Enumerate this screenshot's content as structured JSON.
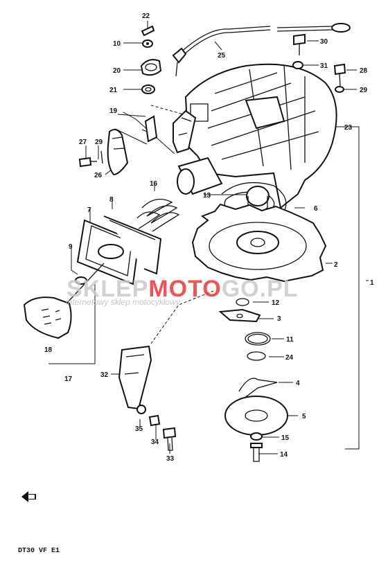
{
  "parts": [
    {
      "id": "p1",
      "num": "1"
    },
    {
      "id": "p2",
      "num": "2"
    },
    {
      "id": "p3",
      "num": "3"
    },
    {
      "id": "p4",
      "num": "4"
    },
    {
      "id": "p5",
      "num": "5"
    },
    {
      "id": "p6",
      "num": "6"
    },
    {
      "id": "p7",
      "num": "7"
    },
    {
      "id": "p8",
      "num": "8"
    },
    {
      "id": "p9",
      "num": "9"
    },
    {
      "id": "p10",
      "num": "10"
    },
    {
      "id": "p11",
      "num": "11"
    },
    {
      "id": "p12",
      "num": "12"
    },
    {
      "id": "p13",
      "num": "13"
    },
    {
      "id": "p14",
      "num": "14"
    },
    {
      "id": "p15",
      "num": "15"
    },
    {
      "id": "p16",
      "num": "16"
    },
    {
      "id": "p17",
      "num": "17"
    },
    {
      "id": "p18",
      "num": "18"
    },
    {
      "id": "p19",
      "num": "19"
    },
    {
      "id": "p20",
      "num": "20"
    },
    {
      "id": "p21",
      "num": "21"
    },
    {
      "id": "p22",
      "num": "22"
    },
    {
      "id": "p23",
      "num": "23"
    },
    {
      "id": "p24",
      "num": "24"
    },
    {
      "id": "p25",
      "num": "25"
    },
    {
      "id": "p26",
      "num": "26"
    },
    {
      "id": "p27",
      "num": "27"
    },
    {
      "id": "p28",
      "num": "28"
    },
    {
      "id": "p29a",
      "num": "29"
    },
    {
      "id": "p29b",
      "num": "29"
    },
    {
      "id": "p30",
      "num": "30"
    },
    {
      "id": "p31",
      "num": "31"
    },
    {
      "id": "p32",
      "num": "32"
    },
    {
      "id": "p33",
      "num": "33"
    },
    {
      "id": "p34",
      "num": "34"
    },
    {
      "id": "p35",
      "num": "35"
    }
  ],
  "watermark": {
    "brand_part1": "SKLEP",
    "brand_part2": "MOTO",
    "brand_part3": "GO.PL",
    "tagline": "internetowy sklep motocyklowy"
  },
  "footer": {
    "model_code": "DT30 VF E1"
  },
  "colors": {
    "line": "#111111",
    "brand_grey": "#c9c9c9",
    "brand_red": "#e8373c",
    "tagline": "#bdbdbd"
  },
  "icons": {
    "front_arrow": "front-arrow-icon"
  }
}
